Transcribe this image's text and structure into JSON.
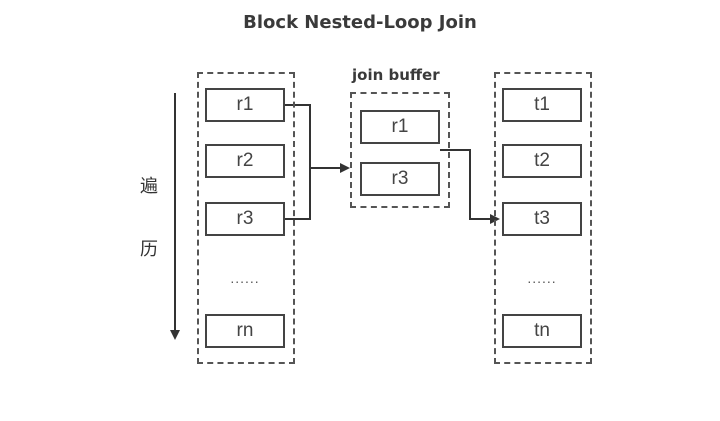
{
  "title": "Block Nested-Loop Join",
  "traverse_label": [
    "遍",
    "历"
  ],
  "outer_table": {
    "rows": [
      "r1",
      "r2",
      "r3",
      "......",
      "rn"
    ]
  },
  "join_buffer": {
    "label": "join buffer",
    "rows": [
      "r1",
      "r3"
    ]
  },
  "inner_table": {
    "rows": [
      "t1",
      "t2",
      "t3",
      "......",
      "tn"
    ]
  }
}
